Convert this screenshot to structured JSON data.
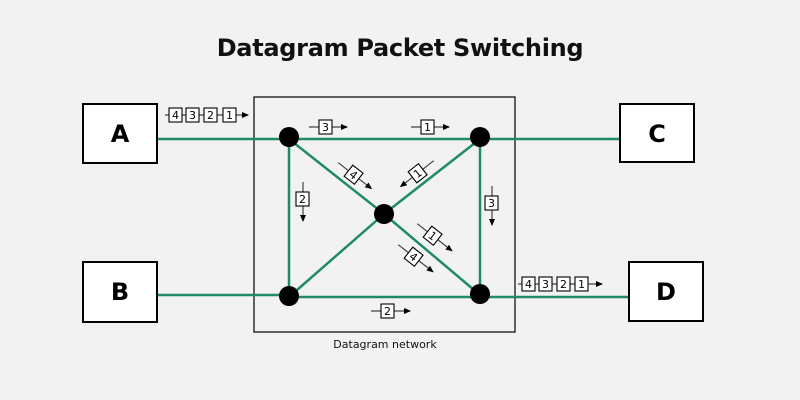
{
  "title": "Datagram Packet Switching",
  "network_label": "Datagram network",
  "colors": {
    "link": "#1f8a68",
    "node": "#000000",
    "background": "#f2f2f2"
  },
  "hosts": [
    {
      "id": "A",
      "label": "A"
    },
    {
      "id": "B",
      "label": "B"
    },
    {
      "id": "C",
      "label": "C"
    },
    {
      "id": "D",
      "label": "D"
    }
  ],
  "nodes": [
    "top-left",
    "top-right",
    "center",
    "bottom-left",
    "bottom-right"
  ],
  "links": [
    [
      "A",
      "top-left"
    ],
    [
      "B",
      "bottom-left"
    ],
    [
      "top-right",
      "C"
    ],
    [
      "bottom-right",
      "D"
    ],
    [
      "top-left",
      "top-right"
    ],
    [
      "bottom-left",
      "bottom-right"
    ],
    [
      "top-left",
      "bottom-left"
    ],
    [
      "top-right",
      "bottom-right"
    ],
    [
      "top-left",
      "center"
    ],
    [
      "center",
      "bottom-right"
    ],
    [
      "top-right",
      "center"
    ],
    [
      "center",
      "bottom-left"
    ]
  ],
  "packet_trains": [
    {
      "id": "train-source",
      "from": "A",
      "packets": [
        "4",
        "3",
        "2",
        "1"
      ]
    },
    {
      "id": "train-dest",
      "to": "D",
      "packets": [
        "4",
        "3",
        "2",
        "1"
      ]
    }
  ],
  "packets_in_transit": [
    {
      "id": "p3-top",
      "label": "3",
      "route": "top-left→top-right"
    },
    {
      "id": "p1-top",
      "label": "1",
      "route": "top-left→top-right"
    },
    {
      "id": "p4-diag",
      "label": "4",
      "route": "top-left→center"
    },
    {
      "id": "p1-diag-in",
      "label": "1",
      "route": "top-right→center"
    },
    {
      "id": "p2-left",
      "label": "2",
      "route": "top-left→bottom-left"
    },
    {
      "id": "p3-right",
      "label": "3",
      "route": "top-right→bottom-right"
    },
    {
      "id": "p1-diag-out",
      "label": "1",
      "route": "center→bottom-right"
    },
    {
      "id": "p4-diag-out",
      "label": "4",
      "route": "center→bottom-right"
    },
    {
      "id": "p2-bottom",
      "label": "2",
      "route": "bottom-left→bottom-right"
    }
  ]
}
